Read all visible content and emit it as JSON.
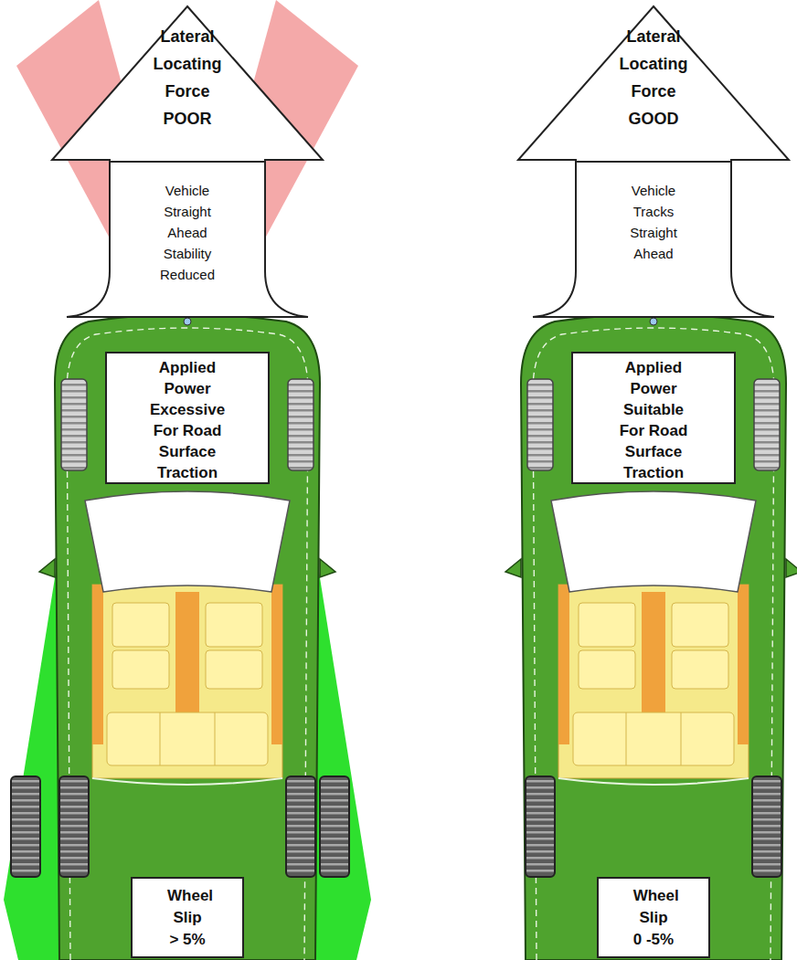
{
  "diagram": {
    "nodes": [
      {
        "text": [
          "Lateral Locating Force POOR",
          "Vehicle Straight Ahead Stability Reduced"
        ]
      },
      {
        "text": [
          "Applied Power Excessive For Road Surface Traction"
        ]
      },
      {
        "text": [
          "Wheel Slip > 5%"
        ]
      },
      {
        "text": [
          "Lateral Locating Force GOOD",
          "Vehicle Tracks Straight Ahead"
        ]
      },
      {
        "text": [
          "Applied Power Suitable For Road Surface Traction"
        ]
      },
      {
        "text": [
          "Wheel Slip 0 -5%"
        ]
      }
    ]
  }
}
